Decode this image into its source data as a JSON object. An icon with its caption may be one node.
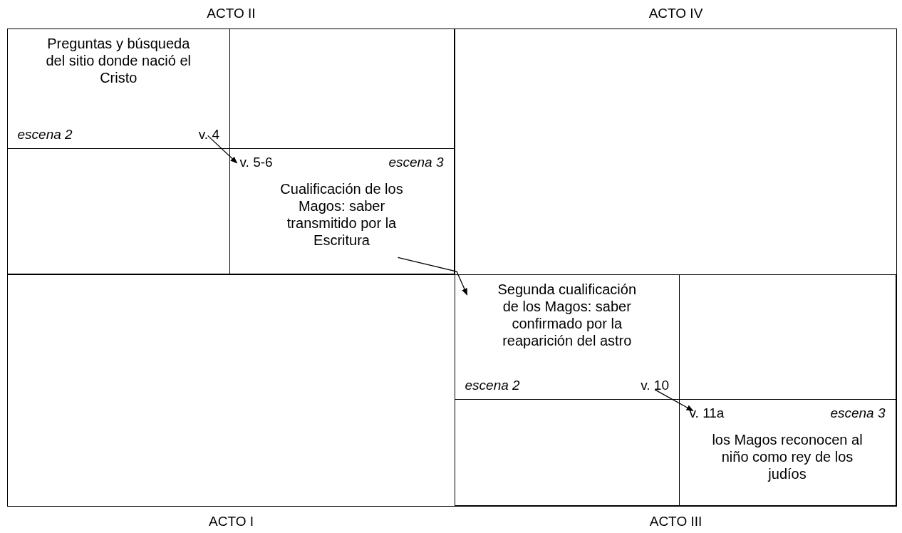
{
  "diagram": {
    "nodes": [
      {
        "text": [
          "ACTO II"
        ]
      },
      {
        "text": [
          "Preguntas y búsqueda del sitio donde nació el Cristo",
          "escena 2",
          "v. 4"
        ],
        "in": 0
      },
      {
        "text": [],
        "shape": "box",
        "in": 0
      },
      {
        "text": [],
        "shape": "box",
        "in": 0
      },
      {
        "text": [
          "v. 5-6",
          "escena 3",
          "Cualificación de los Magos: saber transmitido por la Escritura"
        ],
        "in": 0
      },
      {
        "text": [
          "ACTO IV"
        ]
      },
      {
        "text": [
          "ACTO I"
        ]
      },
      {
        "text": [
          "ACTO III"
        ]
      },
      {
        "text": [
          "Segunda cualificación de los Magos: saber confirmado por la reaparición del astro",
          "escena 2",
          "v. 10"
        ],
        "in": 7
      },
      {
        "text": [],
        "shape": "box",
        "in": 7
      },
      {
        "text": [],
        "shape": "box",
        "in": 7
      },
      {
        "text": [
          "v. 11a",
          "escena 3",
          "los Magos reconocen al niño como rey de los judíos"
        ],
        "in": 7
      }
    ],
    "edges": [
      {
        "from": 1,
        "to": 4,
        "arrow": "to"
      },
      {
        "from": 4,
        "to": 8,
        "arrow": "to"
      },
      {
        "from": 8,
        "to": 11,
        "arrow": "to"
      }
    ]
  }
}
